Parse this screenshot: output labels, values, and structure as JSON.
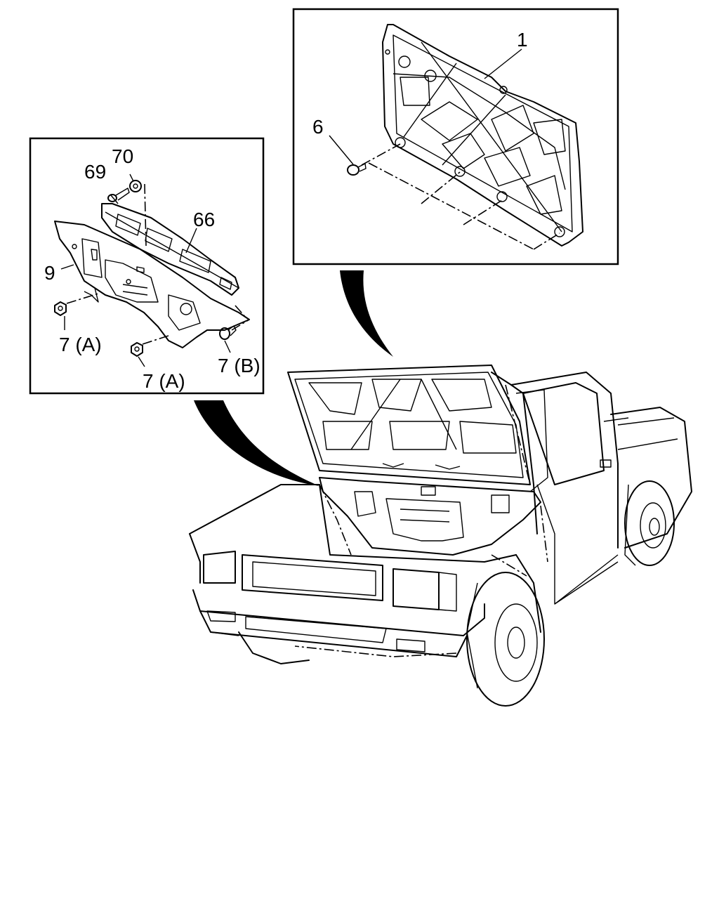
{
  "callouts": {
    "hood_insulator": "1",
    "clip_hood": "6",
    "dash_insulator": "9",
    "dash_panel_cover": "66",
    "screw": "69",
    "washer": "70",
    "nut_a_left": "7 (A)",
    "nut_a_bottom": "7 (A)",
    "clip_b": "7 (B)"
  }
}
